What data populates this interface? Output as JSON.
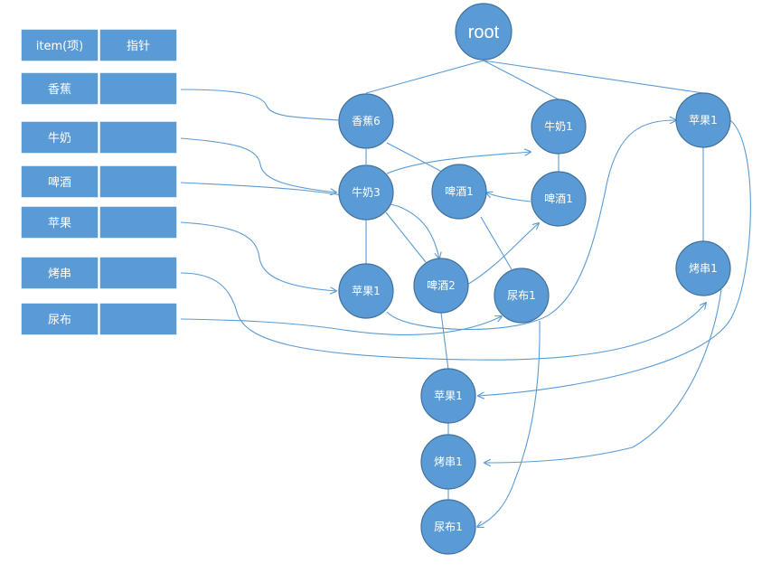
{
  "colors": {
    "node_fill": "#5b9bd5",
    "line": "#5b9bd5",
    "text": "#ffffff"
  },
  "header_table": {
    "col_item": "item(项)",
    "col_pointer": "指针",
    "rows": [
      {
        "item": "香蕉"
      },
      {
        "item": "牛奶"
      },
      {
        "item": "啤酒"
      },
      {
        "item": "苹果"
      },
      {
        "item": "烤串"
      },
      {
        "item": "尿布"
      }
    ]
  },
  "tree": {
    "nodes": {
      "root": {
        "label": "root"
      },
      "banana6": {
        "label": "香蕉6"
      },
      "milk3": {
        "label": "牛奶3"
      },
      "apple1_a": {
        "label": "苹果1"
      },
      "beer2": {
        "label": "啤酒2"
      },
      "apple1_b": {
        "label": "苹果1"
      },
      "kebab1_a": {
        "label": "烤串1"
      },
      "diaper1_a": {
        "label": "尿布1"
      },
      "beer1_a": {
        "label": "啤酒1"
      },
      "diaper1_b": {
        "label": "尿布1"
      },
      "milk1": {
        "label": "牛奶1"
      },
      "beer1_b": {
        "label": "啤酒1"
      },
      "apple1_c": {
        "label": "苹果1"
      },
      "kebab1_b": {
        "label": "烤串1"
      }
    }
  }
}
